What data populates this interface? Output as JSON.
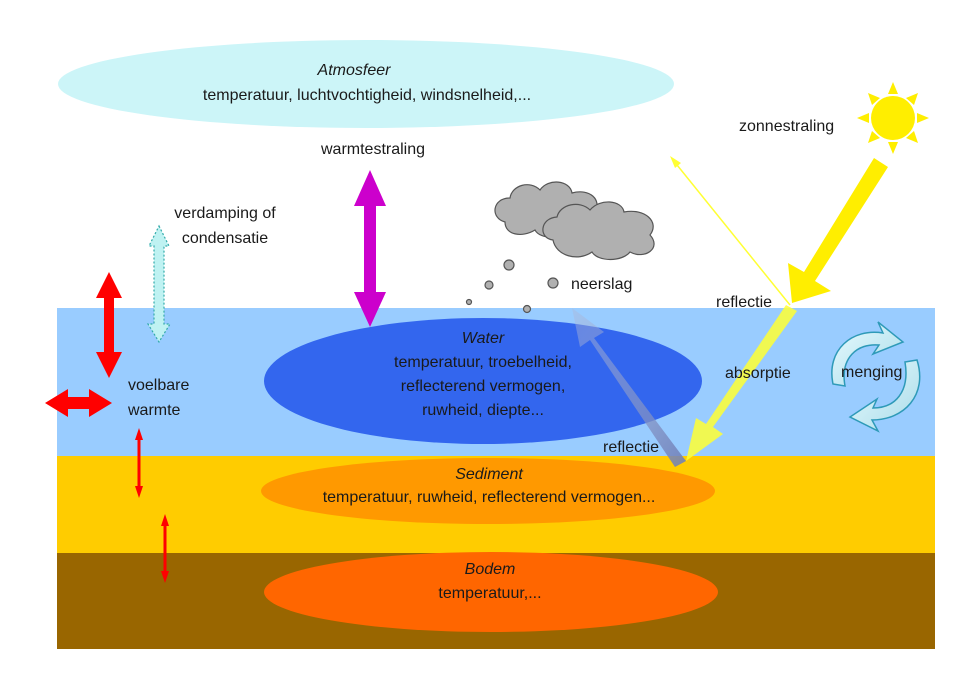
{
  "atmosphere": {
    "title": "Atmosfeer",
    "properties": "temperatuur, luchtvochtigheid, windsnelheid,..."
  },
  "water": {
    "title": "Water",
    "properties_line1": "temperatuur, troebelheid,",
    "properties_line2": "reflecterend vermogen,",
    "properties_line3": "ruwheid, diepte..."
  },
  "sediment": {
    "title": "Sediment",
    "properties": "temperatuur, ruwheid, reflecterend vermogen..."
  },
  "soil": {
    "title": "Bodem",
    "properties": "temperatuur,..."
  },
  "processes": {
    "thermal_radiation": "warmtestraling",
    "evaporation_line1": "verdamping of",
    "evaporation_line2": "condensatie",
    "precipitation": "neerslag",
    "solar_radiation": "zonnestraling",
    "reflection_surface": "reflectie",
    "absorption": "absorptie",
    "reflection_bottom": "reflectie",
    "mixing": "menging",
    "sensible_heat_line1": "voelbare",
    "sensible_heat_line2": "warmte"
  },
  "colors": {
    "water_layer": "#99ccff",
    "sediment_layer": "#ffcc00",
    "soil_layer": "#996600",
    "atmosphere_ellipse": "#ccf5f8",
    "water_ellipse": "#3366ee",
    "sediment_ellipse": "#ff9900",
    "soil_ellipse": "#ff6600",
    "heat_arrow": "#ff0000",
    "radiation_arrow": "#cc00cc",
    "sun": "#ffee00",
    "cloud": "#b0b0b0"
  }
}
